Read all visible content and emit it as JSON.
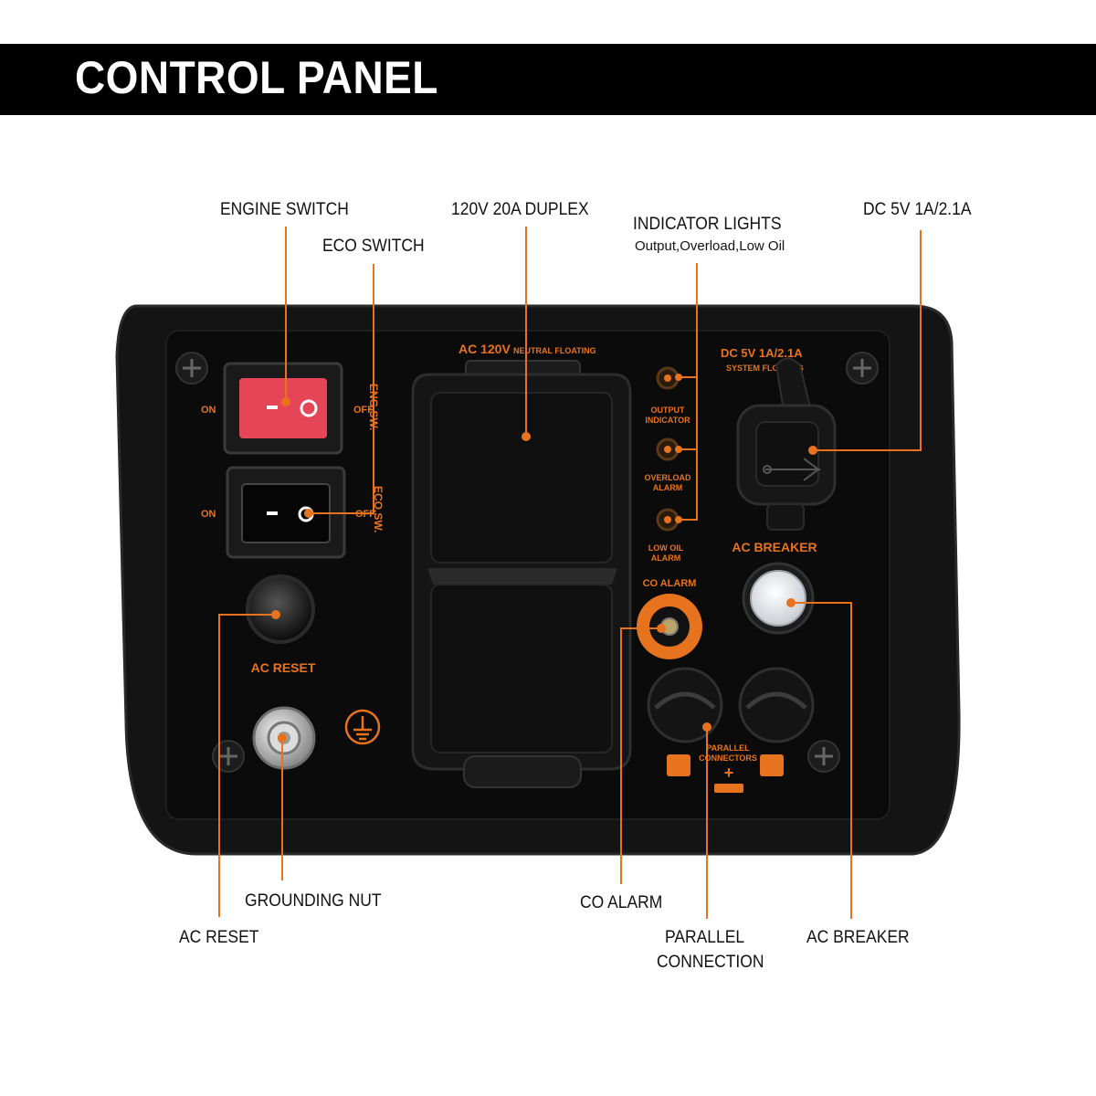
{
  "header": {
    "title": "CONTROL PANEL"
  },
  "callouts": {
    "engine_switch": "ENGINE SWITCH",
    "eco_switch": "ECO SWITCH",
    "duplex": "120V 20A DUPLEX",
    "indicator_lights": "INDICATOR LIGHTS",
    "indicator_lights_sub": "Output,Overload,Low Oil",
    "dc": "DC 5V 1A/2.1A",
    "grounding_nut": "GROUNDING NUT",
    "ac_reset": "AC RESET",
    "co_alarm": "CO ALARM",
    "parallel_1": "PARALLEL",
    "parallel_2": "CONNECTION",
    "ac_breaker": "AC BREAKER"
  },
  "panel": {
    "on_1": "ON",
    "off_1": "OFF",
    "on_2": "ON",
    "off_2": "OFF",
    "eng_sw": "ENG.SW.",
    "eco_sw": "ECO.SW.",
    "ac120": "AC 120V",
    "neutral_floating": "NEUTRAL FLOATING",
    "output_indicator_1": "OUTPUT",
    "output_indicator_2": "INDICATOR",
    "overload_alarm_1": "OVERLOAD",
    "overload_alarm_2": "ALARM",
    "low_oil_alarm_1": "LOW OIL",
    "low_oil_alarm_2": "ALARM",
    "co_alarm": "CO ALARM",
    "dc_label": "DC 5V 1A/2.1A",
    "system_floating": "SYSTEM FLOATING",
    "ac_breaker": "AC BREAKER",
    "ac_reset": "AC RESET",
    "parallel_1": "PARALLEL",
    "parallel_2": "CONNECTORS",
    "plus": "+"
  },
  "colors": {
    "accent": "#e8731e",
    "header": "#000000",
    "rocker_red": "#e64457",
    "panel": "#0d0d0d"
  }
}
